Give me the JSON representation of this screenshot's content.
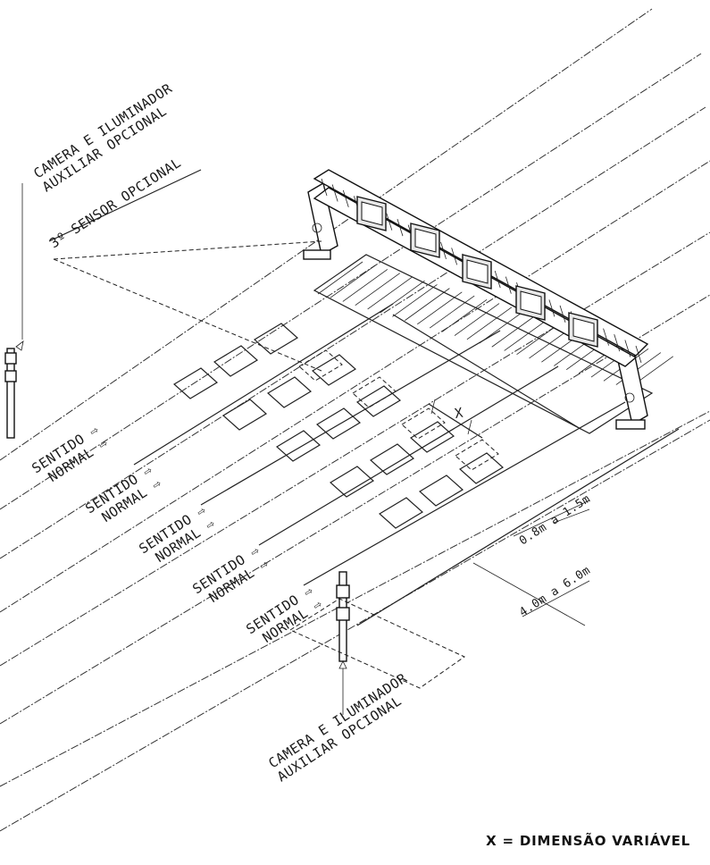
{
  "labels": {
    "camera_top": [
      "CAMERA E ILUMINADOR",
      "AUXILIAR OPCIONAL"
    ],
    "sensor": "3º SENSOR OPCIONAL",
    "camera_bottom": [
      "CAMERA E ILUMINADOR",
      "AUXILIAR OPCIONAL"
    ],
    "x_mark": "X",
    "dim_short": "0.8m a 1.5m",
    "dim_long": "4.0m a 6.0m",
    "legend": "X = DIMENSÃO VARIÁVEL"
  },
  "lanes": [
    {
      "line1": "SENTIDO",
      "line2": "NORMAL"
    },
    {
      "line1": "SENTIDO",
      "line2": "NORMAL"
    },
    {
      "line1": "SENTIDO",
      "line2": "NORMAL"
    },
    {
      "line1": "SENTIDO",
      "line2": "NORMAL"
    },
    {
      "line1": "SENTIDO",
      "line2": "NORMAL"
    }
  ],
  "arrow_glyph": "⇨"
}
